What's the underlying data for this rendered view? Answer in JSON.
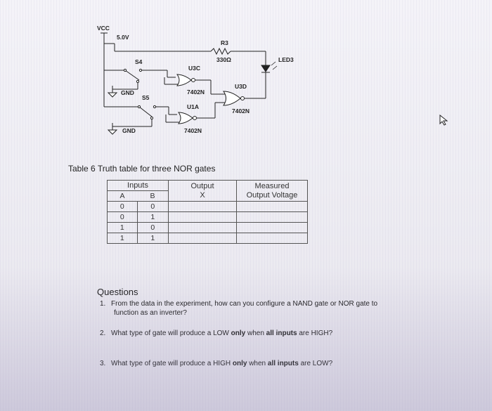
{
  "circuit": {
    "vcc_label": "VCC",
    "vcc_voltage": "5.0V",
    "resistor_name": "R3",
    "resistor_value": "330Ω",
    "led_name": "LED3",
    "switch1_name": "S4",
    "switch2_name": "S5",
    "gnd1_label": "GND",
    "gnd2_label": "GND",
    "gate1_name": "U3C",
    "gate1_part": "7402N",
    "gate2_name": "U1A",
    "gate2_part": "7402N",
    "gate3_name": "U3D",
    "gate3_part": "7402N"
  },
  "table_caption": "Table 6 Truth table for three NOR gates",
  "truth_table": {
    "inputs_header": "Inputs",
    "output_header_line1": "Output",
    "output_header_line2": "X",
    "measured_header_line1": "Measured",
    "measured_header_line2": "Output Voltage",
    "col_a": "A",
    "col_b": "B",
    "rows": [
      {
        "a": "0",
        "b": "0"
      },
      {
        "a": "0",
        "b": "1"
      },
      {
        "a": "1",
        "b": "0"
      },
      {
        "a": "1",
        "b": "1"
      }
    ]
  },
  "questions": {
    "title": "Questions",
    "q1_num": "1.",
    "q1_text": "From the data in the experiment, how can you configure a NAND gate or NOR gate to",
    "q1_cont": "function as an inverter?",
    "q2_num": "2.",
    "q2_pre": "What type of gate will produce a LOW ",
    "q2_bold1": "only",
    "q2_mid": " when ",
    "q2_bold2": "all inputs",
    "q2_post": " are HIGH?",
    "q3_num": "3.",
    "q3_pre": "What type of gate will produce a HIGH ",
    "q3_bold1": "only",
    "q3_mid": " when ",
    "q3_bold2": "all inputs",
    "q3_post": " are LOW?"
  }
}
